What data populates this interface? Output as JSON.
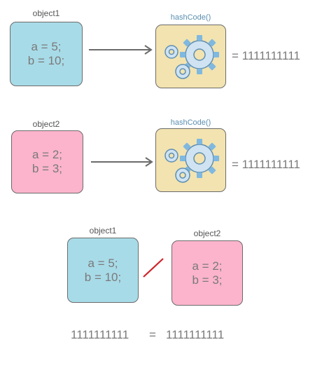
{
  "row1": {
    "object_label": "object1",
    "object_lines": [
      "a = 5;",
      "b = 10;"
    ],
    "function_label": "hashCode()",
    "result": "= 1111111111"
  },
  "row2": {
    "object_label": "object2",
    "object_lines": [
      "a = 2;",
      "b = 3;"
    ],
    "function_label": "hashCode()",
    "result": "= 1111111111"
  },
  "compare": {
    "left_label": "object1",
    "left_lines": [
      "a = 5;",
      "b = 10;"
    ],
    "right_label": "object2",
    "right_lines": [
      "a = 2;",
      "b = 3;"
    ]
  },
  "equation": {
    "left": "1111111111",
    "op": "=",
    "right": "1111111111"
  },
  "colors": {
    "object1_fill": "#a8dbe8",
    "object2_fill": "#fbb4cc",
    "function_fill": "#f2e3b0",
    "not_equal_mark": "#d0232a",
    "gear": "#7fb8e0"
  },
  "icons": [
    "gears-icon",
    "arrow-right-icon",
    "not-equal-slash-icon"
  ]
}
